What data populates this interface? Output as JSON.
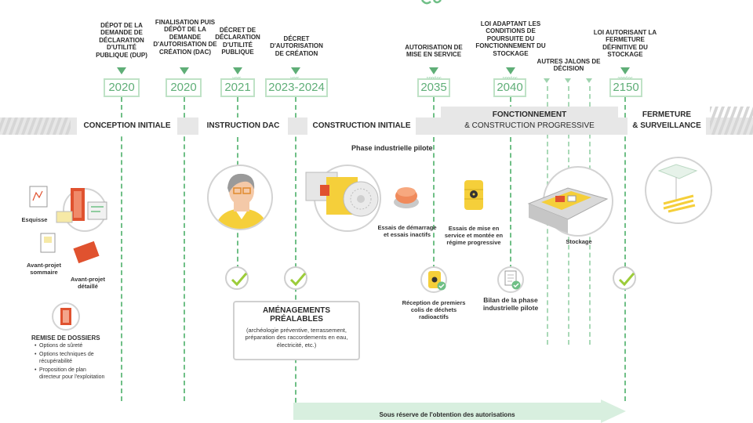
{
  "milestones": [
    {
      "label": "Dépot de la demande de déclaration d'utilité publique (DUP)",
      "year": "2020",
      "prefix": ""
    },
    {
      "label": "Finalisation puis dépôt de la demande d'autorisation de création (DAC)",
      "year": "2020",
      "prefix": ""
    },
    {
      "label": "Décret de déclaration d'utilité publique",
      "year": "2021",
      "prefix": "vers"
    },
    {
      "label": "Décret d'autorisation de création",
      "year": "2023-2024",
      "prefix": "vers"
    },
    {
      "label": "Autorisation de mise en service",
      "year": "2035",
      "prefix": "années"
    },
    {
      "label": "Loi adaptant les conditions de poursuite du fonctionnement du stockage",
      "year": "2040",
      "prefix": "années"
    },
    {
      "label": "Autres jalons de décision",
      "year": "",
      "prefix": ""
    },
    {
      "label": "Loi autorisant la fermeture définitive du stockage",
      "year": "2150",
      "prefix": "années"
    }
  ],
  "phases": {
    "conception": "CONCEPTION INITIALE",
    "instruction": "INSTRUCTION DAC",
    "construction": "CONSTRUCTION INITIALE",
    "fonctionnement_l1": "FONCTIONNEMENT",
    "fonctionnement_l2": "& CONSTRUCTION PROGRESSIVE",
    "fermeture_l1": "FERMETURE",
    "fermeture_l2": "& SURVEILLANCE"
  },
  "left_panel": {
    "esquisse": "Esquisse",
    "avant_projet_sommaire": "Avant-projet sommaire",
    "avant_projet_detaille": "Avant-projet détaillé",
    "remise_title": "REMISE DE DOSSIERS",
    "bullets": [
      "Options de sûreté",
      "Options techniques de récupérabilité",
      "Proposition de plan directeur pour l'exploitation"
    ]
  },
  "pilot": {
    "title": "Phase industrielle pilote",
    "essais_demarrage": "Essais de démarrage et essais inactifs",
    "essais_mise_en_service": "Essais de mise en service et montée en régime progressive",
    "reception": "Réception de premiers colis de déchets radioactifs",
    "bilan": "Bilan de la phase industrielle pilote",
    "stockage": "Stockage"
  },
  "amenagements": {
    "title": "AMÉNAGEMENTS PRÉALABLES",
    "body": "(archéologie préventive, terrassement, préparation des raccordements en eau, électricité, etc.)"
  },
  "arrow_text": "Sous réserve de l'obtention des autorisations",
  "colors": {
    "accent": "#5fae77",
    "accent_light": "#d8efdf",
    "yellow": "#f5cf3a",
    "red": "#e0522f",
    "grey": "#e7e7e7"
  }
}
